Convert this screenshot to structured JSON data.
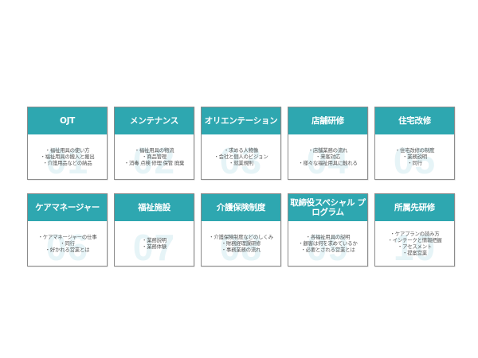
{
  "colors": {
    "header_bg": "#2ea7b0",
    "header_text": "#ffffff",
    "body_text": "#555555",
    "watermark_number": "#e6f4f7",
    "border": "#8c8c8c"
  },
  "cards": [
    {
      "number": "01",
      "title": "OJT",
      "items": [
        "・福祉用具の使い方",
        "・福祉用具の搬入と搬出",
        "・介護用品などの納品"
      ]
    },
    {
      "number": "02",
      "title": "メンテナンス",
      "items": [
        "・福祉用具の物流",
        "・商品管理",
        "・消毒 点検 修理 保管 廃棄"
      ]
    },
    {
      "number": "03",
      "title": "オリエンテーション",
      "items": [
        "・求める人物像",
        "・会社と個人のビジョン",
        "・就業規則"
      ]
    },
    {
      "number": "04",
      "title": "店舗研修",
      "items": [
        "・店舗業務の流れ",
        "・来客対応",
        "・様々な福祉用具に触れる"
      ]
    },
    {
      "number": "05",
      "title": "住宅改修",
      "items": [
        "・住宅改修の制度",
        "・業務説明",
        "・同行"
      ]
    },
    {
      "number": "06",
      "title": "ケアマネージャー",
      "items": [
        "・ケアマネージャーの仕事",
        "・同行",
        "・好かれる営業とは"
      ]
    },
    {
      "number": "07",
      "title": "福祉施設",
      "items": [
        "・業務説明",
        "・業務体験"
      ]
    },
    {
      "number": "08",
      "title": "介護保険制度",
      "items": [
        "・介護保険制度などのしくみ",
        "・財務経理課研修",
        "・事務業務の流れ"
      ]
    },
    {
      "number": "09",
      "title": "取締役スペシャル プログラム",
      "items": [
        "・各福祉用具の説明",
        "・顧客は何を求めているか",
        "・必要とされる営業とは"
      ]
    },
    {
      "number": "10",
      "title": "所属先研修",
      "items": [
        "・ケアプランの読み方",
        "・インテークと情報把握",
        "・アセスメント",
        "・提案営業"
      ]
    }
  ]
}
